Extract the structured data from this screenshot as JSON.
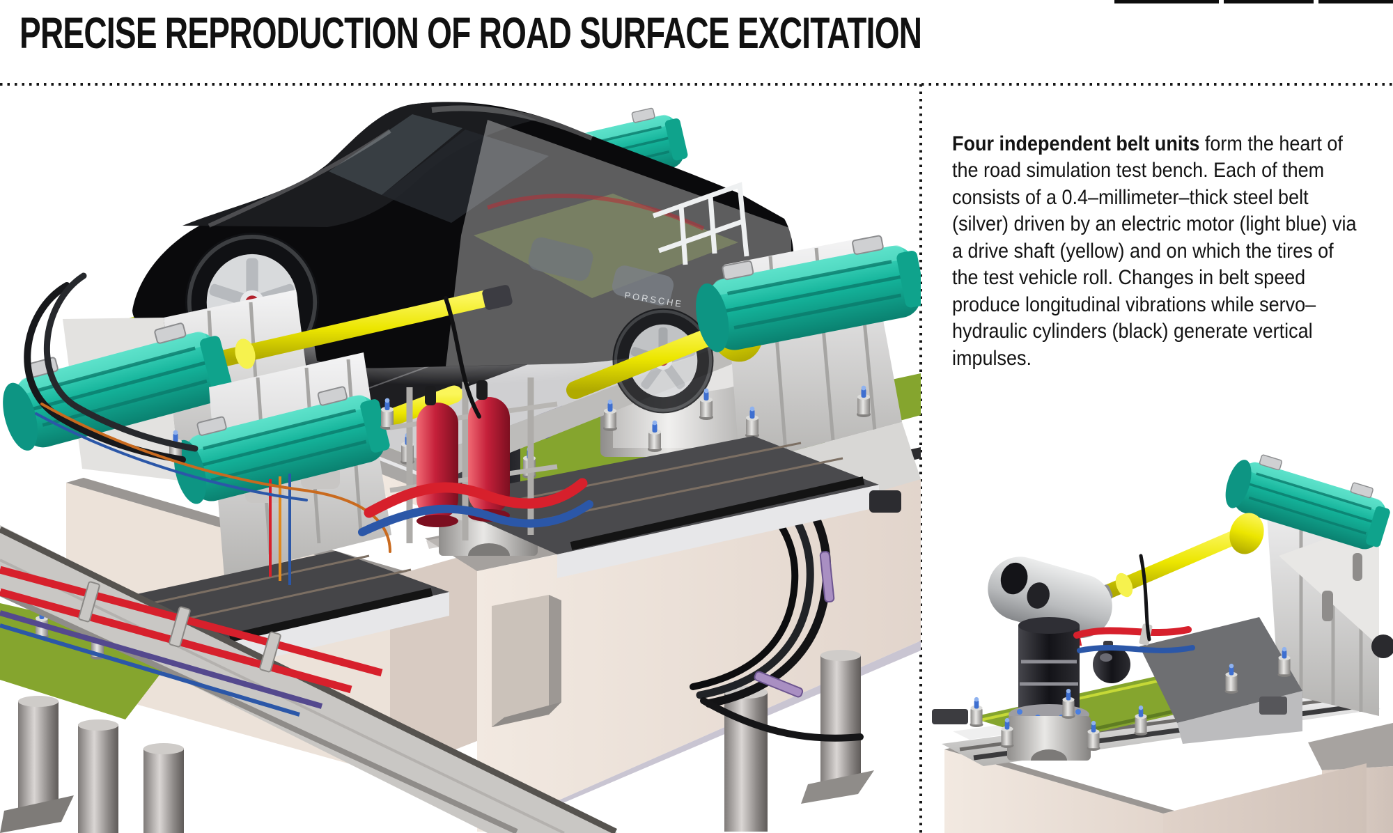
{
  "header": {
    "title": "PRECISE REPRODUCTION OF ROAD SURFACE EXCITATION"
  },
  "article": {
    "lead_bold": "Four independent belt units",
    "body_rest": " form the heart of the road simulation test bench. Each of them consists of a 0.4–millimeter–thick steel belt (silver) driven by an electric motor (light blue) via a drive shaft (yellow) and on which the tires of the test vehicle roll. Changes in belt speed produce longitudinal vibrations while servo–hydraulic cylinders (black) generate vertical impulses."
  },
  "illustration": {
    "car_badge": "PORSCHE",
    "colors": {
      "motor": "#14b39a",
      "motor_dark": "#0b8372",
      "shaft": "#ece600",
      "shaft_dark": "#b7b100",
      "plate": "#85a52e",
      "plate_edge": "#c6d937",
      "cylinder": "#17171c",
      "hose_red": "#d7202c",
      "hose_blue": "#2b57a8",
      "tank_red": "#c5203a",
      "concrete": "#ece2d9",
      "concrete_shadow": "#d8cbc2",
      "belt_dark": "#2b2b2e",
      "steel_silver": "#dcdcde"
    }
  }
}
